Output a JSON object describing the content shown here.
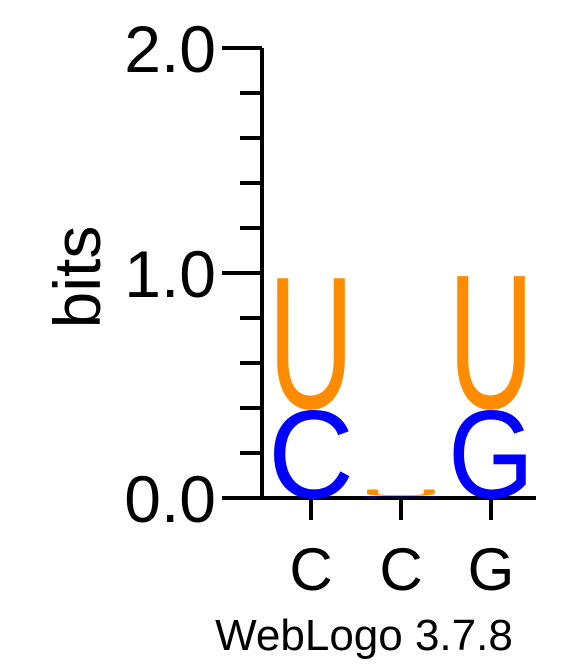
{
  "chart_data": {
    "type": "sequence-logo",
    "ylabel": "bits",
    "ylim": [
      0,
      2.0
    ],
    "y_ticks": [
      {
        "value": 0.0,
        "label": "0.0"
      },
      {
        "value": 1.0,
        "label": "1.0"
      },
      {
        "value": 2.0,
        "label": "2.0"
      }
    ],
    "y_minor_step": 0.2,
    "positions": [
      {
        "x_label": "C",
        "stack": [
          {
            "letter": "C",
            "bits": 0.4,
            "color": "#0000ff"
          },
          {
            "letter": "U",
            "bits": 0.6,
            "color": "#ff8c00"
          }
        ]
      },
      {
        "x_label": "C",
        "stack": [
          {
            "letter": "C",
            "bits": 0.01,
            "color": "#0000ff"
          },
          {
            "letter": "U",
            "bits": 0.03,
            "color": "#ff8c00"
          }
        ]
      },
      {
        "x_label": "G",
        "stack": [
          {
            "letter": "G",
            "bits": 0.4,
            "color": "#0000ff"
          },
          {
            "letter": "U",
            "bits": 0.61,
            "color": "#ff8c00"
          }
        ]
      }
    ],
    "footer": "WebLogo 3.7.8"
  }
}
